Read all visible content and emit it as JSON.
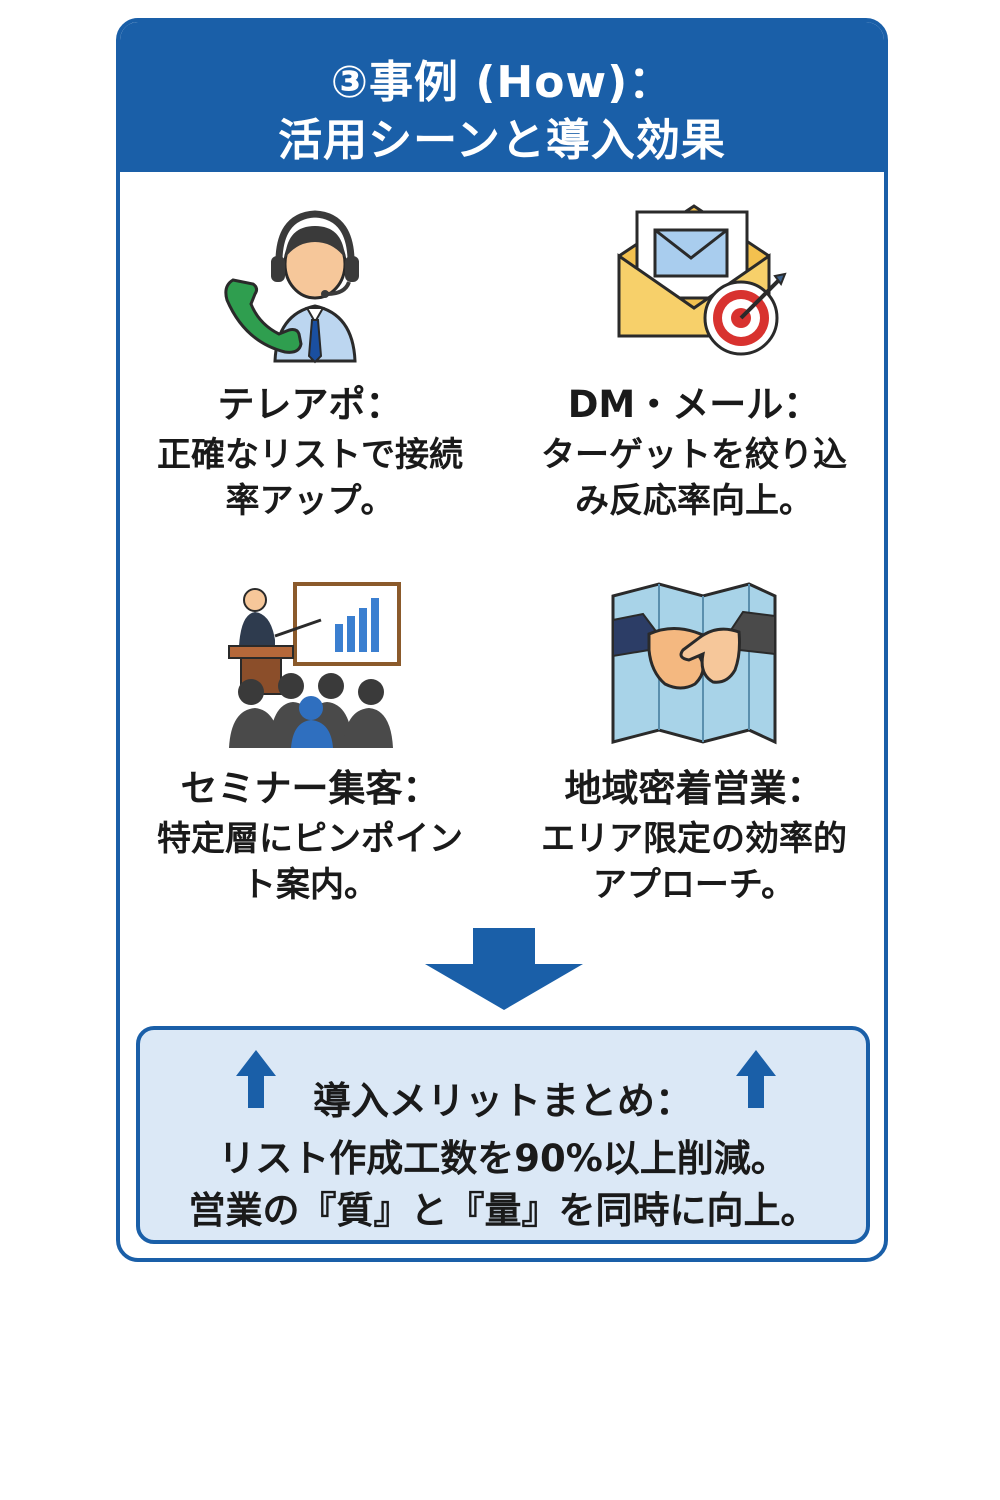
{
  "header": {
    "title_line1": "③事例 (How)：",
    "title_line2": "活用シーンと導入効果"
  },
  "cases": [
    {
      "title": "テレアポ：",
      "desc": "正確なリストで接続率アップ。",
      "icon": "call-center-operator-icon"
    },
    {
      "title": "DM・メール：",
      "desc": "ターゲットを絞り込み反応率向上。",
      "icon": "mail-target-icon"
    },
    {
      "title": "セミナー集客：",
      "desc": "特定層にピンポイント案内。",
      "icon": "seminar-presenter-icon"
    },
    {
      "title": "地域密着営業：",
      "desc": "エリア限定の効率的アプローチ。",
      "icon": "map-handshake-icon"
    }
  ],
  "summary": {
    "title": "導入メリットまとめ：",
    "line1": "リスト作成工数を90%以上削減。",
    "line2": "営業の『質』と『量』を同時に向上。"
  },
  "colors": {
    "brand_blue": "#1a5fa8",
    "summary_bg": "#dbe8f6"
  }
}
